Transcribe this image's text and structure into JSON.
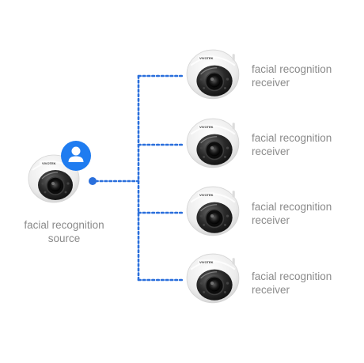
{
  "source": {
    "line1": "facial recognition",
    "line2": "source"
  },
  "receivers": [
    {
      "line1": "facial recognition",
      "line2": "receiver"
    },
    {
      "line1": "facial recognition",
      "line2": "receiver"
    },
    {
      "line1": "facial recognition",
      "line2": "receiver"
    },
    {
      "line1": "facial recognition",
      "line2": "receiver"
    }
  ],
  "brand_text": "VIVOTEK",
  "icons": {
    "camera": "dome-camera-icon",
    "user": "user-badge-icon"
  },
  "colors": {
    "connector": "#2a6fdc",
    "user_badge": "#1f7cf0",
    "label": "#8a8a8a",
    "camera_body": "#f2f2f2",
    "camera_lens": "#222222"
  }
}
